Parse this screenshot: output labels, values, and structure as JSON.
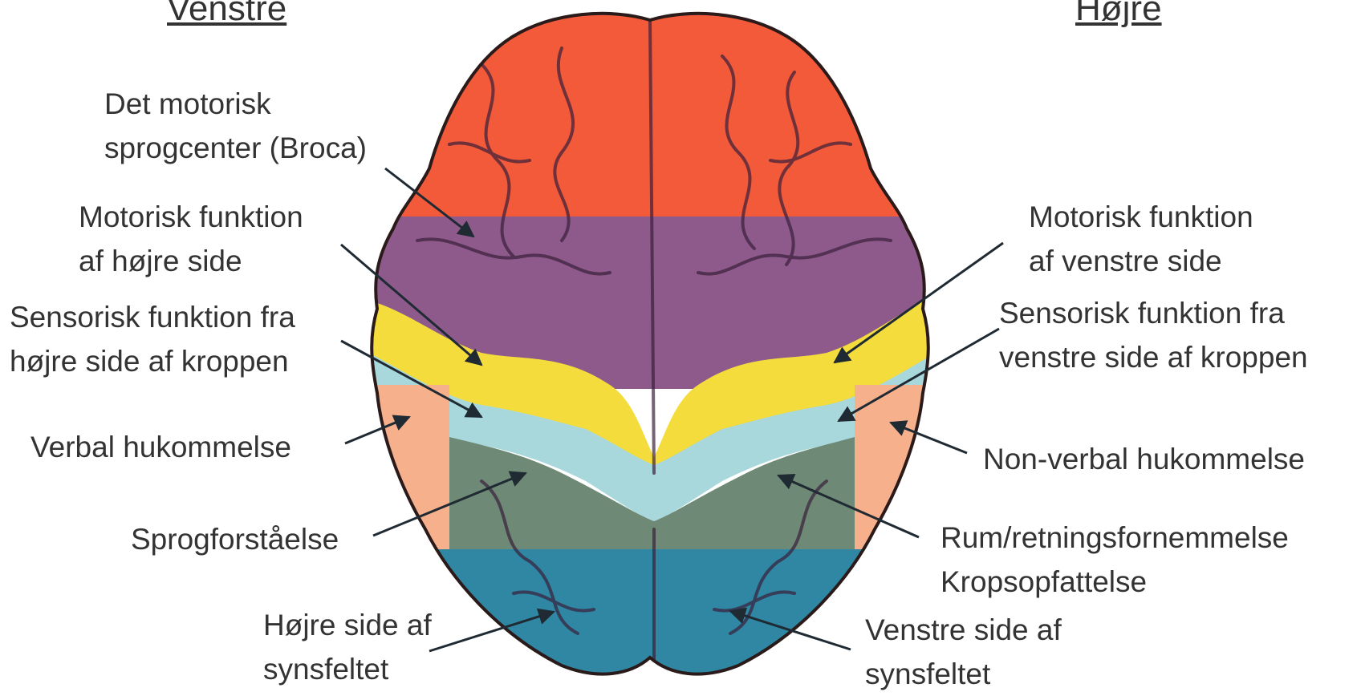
{
  "headings": {
    "left": "Venstre",
    "right": "Højre"
  },
  "labels": {
    "broca": [
      "Det motorisk",
      "sprogcenter (Broca)"
    ],
    "motor_right_side": [
      "Motorisk funktion",
      "af højre side"
    ],
    "sensory_right_side": [
      "Sensorisk funktion fra",
      "højre side af kroppen"
    ],
    "verbal_memory": [
      "Verbal hukommelse"
    ],
    "language_comprehension": [
      "Sprogforståelse"
    ],
    "right_visual_field": [
      "Højre side af",
      "synsfeltet"
    ],
    "motor_left_side": [
      "Motorisk funktion",
      "af venstre side"
    ],
    "sensory_left_side": [
      "Sensorisk funktion fra",
      "venstre side af kroppen"
    ],
    "nonverbal_memory": [
      "Non-verbal hukommelse"
    ],
    "spatial": [
      "Rum/retningsfornemmelse",
      "Kropsopfattelse"
    ],
    "left_visual_field": [
      "Venstre side af",
      "synsfeltet"
    ]
  },
  "colors": {
    "frontal": "#f25a3a",
    "motor": "#8e5a8c",
    "sensory": "#f3dc3c",
    "sensory_band": "#a8d8dc",
    "memory": "#f7b08c",
    "association": "#6e8a76",
    "occipital": "#2f87a3",
    "sulci": "#3a1f3a",
    "text": "#333333",
    "arrow": "#1f2a33"
  }
}
